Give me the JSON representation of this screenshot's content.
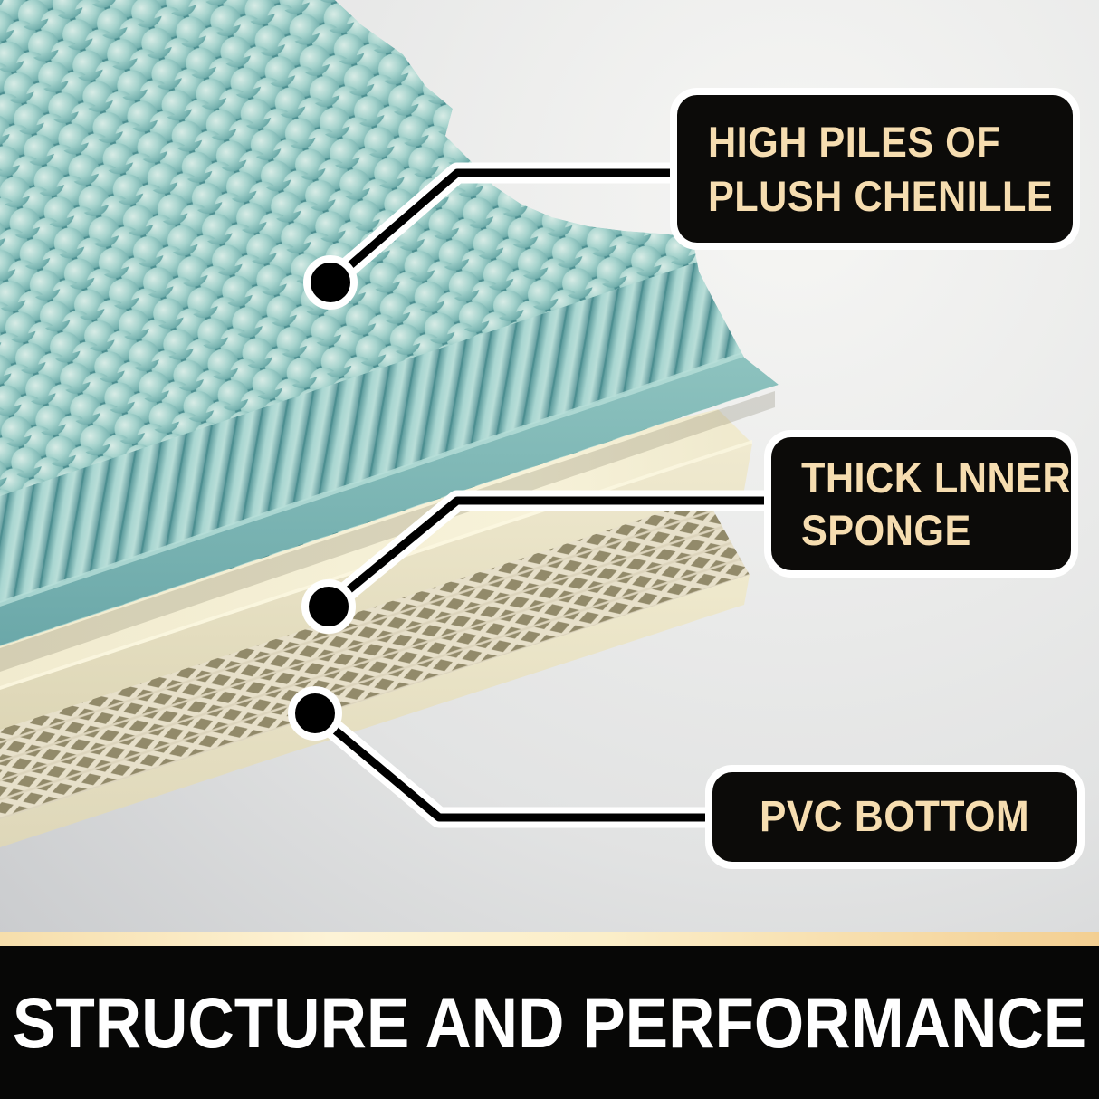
{
  "callouts": [
    {
      "lines": [
        "HIGH PILES OF",
        "PLUSH CHENILLE"
      ]
    },
    {
      "lines": [
        "THICK LNNER",
        "SPONGE"
      ]
    },
    {
      "lines": [
        "PVC BOTTOM"
      ]
    }
  ],
  "banner": {
    "title": "STRUCTURE AND PERFORMANCE"
  },
  "colors": {
    "chenille_base": "#4d8f91",
    "chenille_light": "#aed7d2",
    "sponge_top": "#f5f0d6",
    "sponge_front": "#eee7ca",
    "pvc_base": "#928a6a",
    "pvc_web": "#e7e0ca",
    "pvc_front": "#ece5c9",
    "callout_bg": "#0c0b09",
    "callout_text": "#f6ddb0",
    "callout_outline": "#ffffff",
    "connector": "#000000",
    "connector_halo": "#ffffff",
    "stripe_left": "#f6deab",
    "stripe_right": "#f3cf92",
    "banner_bg": "#070706",
    "banner_text": "#ffffff",
    "background_light": "#f6f6f4",
    "background_dark": "#c3c5c8"
  }
}
